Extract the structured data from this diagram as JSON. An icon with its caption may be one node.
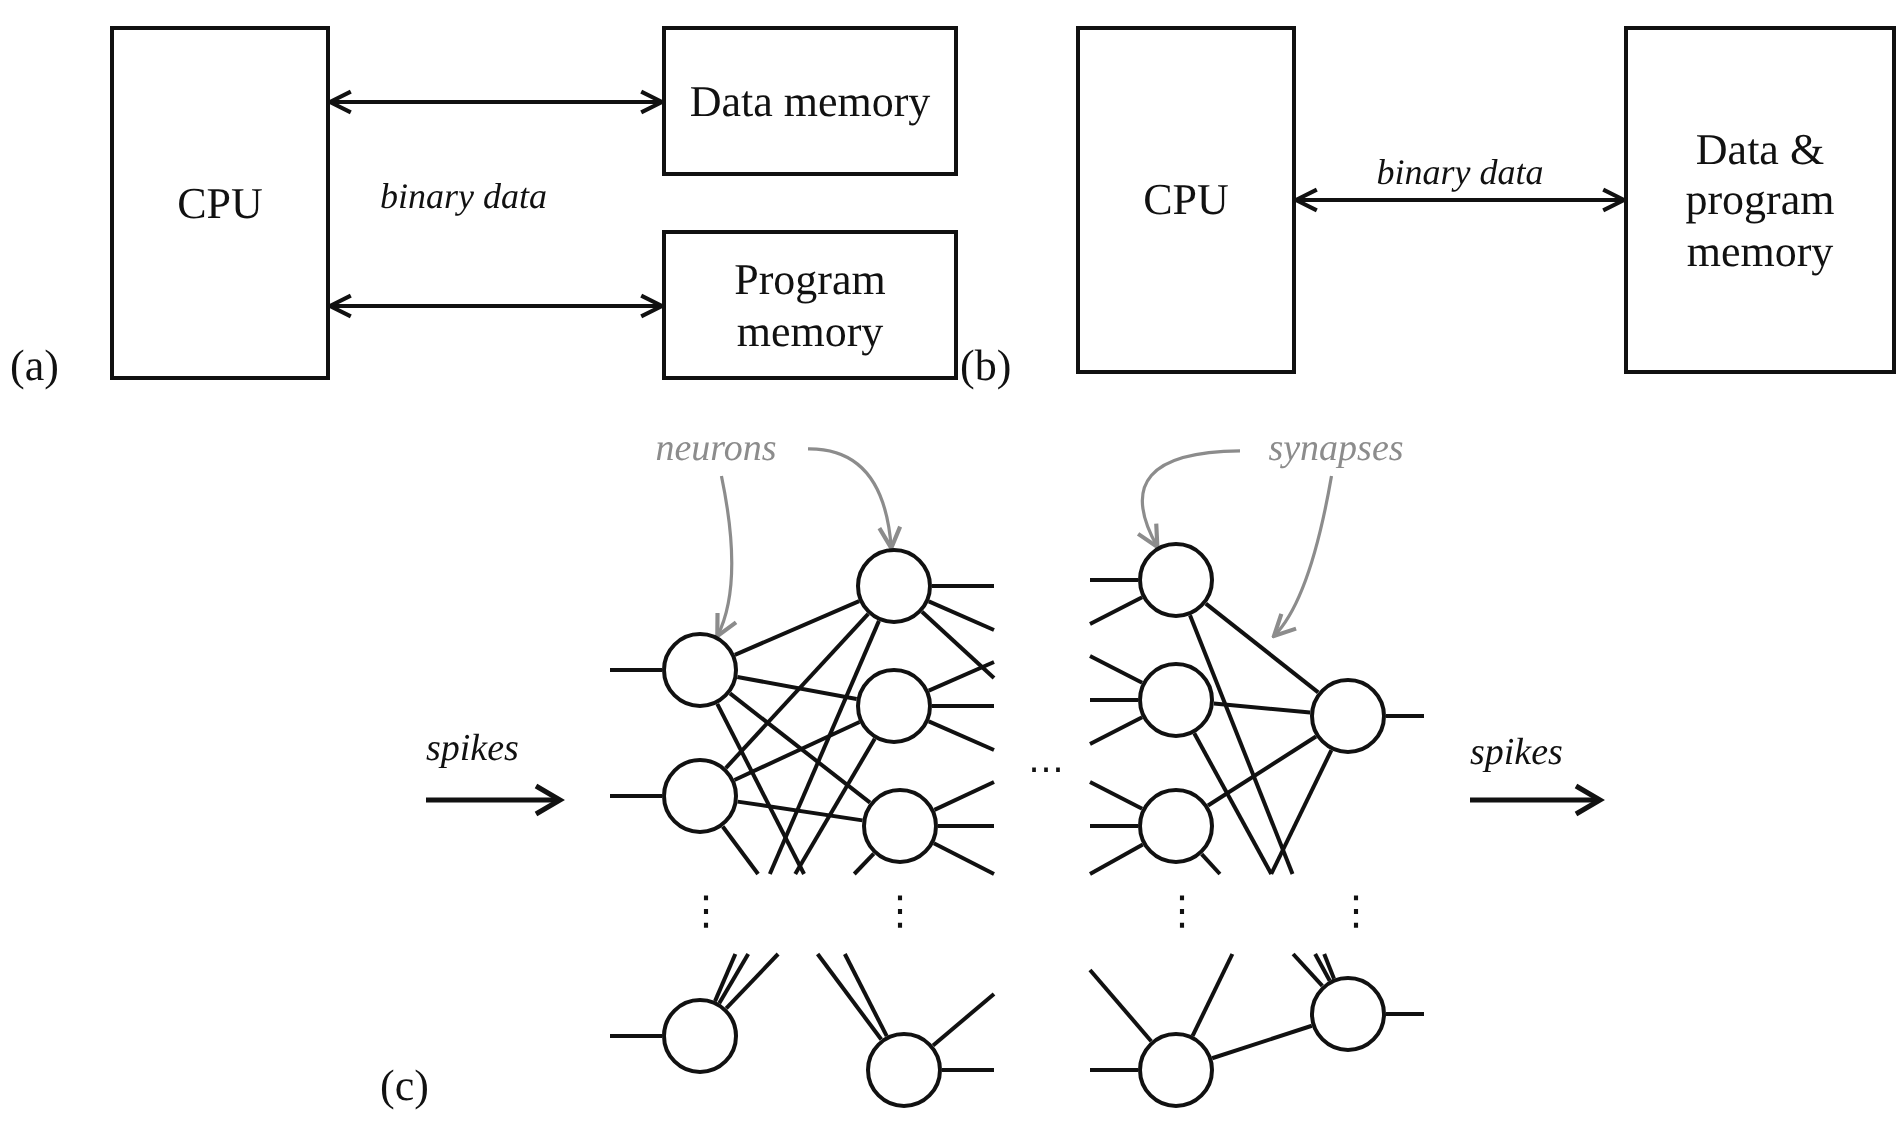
{
  "diagram": {
    "nodes": [
      {
        "text": [
          "CPU"
        ]
      },
      {
        "text": [
          "Data memory"
        ]
      },
      {
        "text": [
          "Program memory"
        ]
      },
      {
        "text": [
          "CPU"
        ]
      },
      {
        "text": [
          "Data & program memory"
        ]
      },
      {
        "text": [
          "neurons"
        ]
      },
      {
        "text": [
          "synapses"
        ]
      },
      {
        "text": [],
        "shape": "circle"
      },
      {
        "text": [],
        "shape": "circle"
      },
      {
        "text": [],
        "shape": "circle"
      },
      {
        "text": [],
        "shape": "circle"
      },
      {
        "text": [],
        "shape": "circle"
      },
      {
        "text": [],
        "shape": "circle"
      },
      {
        "text": [],
        "shape": "circle"
      },
      {
        "text": [],
        "shape": "circle"
      },
      {
        "text": [],
        "shape": "circle"
      },
      {
        "text": [],
        "shape": "circle"
      },
      {
        "text": [],
        "shape": "circle"
      },
      {
        "text": [],
        "shape": "circle"
      },
      {
        "text": [],
        "shape": "circle"
      }
    ],
    "edges": [
      {
        "from": 0,
        "to": 1,
        "arrow": "both"
      },
      {
        "from": 0,
        "to": 2,
        "arrow": "both"
      },
      {
        "from": 3,
        "to": 4,
        "arrow": "both",
        "label": "binary data"
      },
      {
        "from": 5,
        "to": 7,
        "arrow": "to",
        "color": "#8c8c8c"
      },
      {
        "from": 5,
        "to": 10,
        "arrow": "to",
        "color": "#8c8c8c"
      },
      {
        "from": 6,
        "to": 14,
        "arrow": "to",
        "color": "#8c8c8c"
      },
      {
        "from": 6,
        "to": null,
        "arrow": "to",
        "color": "#8c8c8c"
      },
      {
        "from": 7,
        "to": 10,
        "arrow": "none"
      },
      {
        "from": 7,
        "to": 11,
        "arrow": "none"
      },
      {
        "from": 7,
        "to": 12,
        "arrow": "none"
      },
      {
        "from": 8,
        "to": 10,
        "arrow": "none"
      },
      {
        "from": 8,
        "to": 11,
        "arrow": "none"
      },
      {
        "from": 8,
        "to": 12,
        "arrow": "none"
      },
      {
        "from": 14,
        "to": 18,
        "arrow": "none"
      },
      {
        "from": 15,
        "to": 18,
        "arrow": "none"
      },
      {
        "from": 16,
        "to": 18,
        "arrow": "none"
      },
      {
        "from": 17,
        "to": 19,
        "arrow": "none"
      },
      {
        "from": 7,
        "to": null,
        "arrow": "none"
      },
      {
        "from": null,
        "to": 13,
        "arrow": "none"
      },
      {
        "from": 8,
        "to": null,
        "arrow": "none"
      },
      {
        "from": null,
        "to": 13,
        "arrow": "none"
      },
      {
        "from": 9,
        "to": null,
        "arrow": "none"
      },
      {
        "from": null,
        "to": 10,
        "arrow": "none"
      },
      {
        "from": 9,
        "to": null,
        "arrow": "none"
      },
      {
        "from": null,
        "to": 11,
        "arrow": "none"
      },
      {
        "from": 9,
        "to": null,
        "arrow": "none"
      },
      {
        "from": null,
        "to": 12,
        "arrow": "none"
      },
      {
        "from": 14,
        "to": null,
        "arrow": "none"
      },
      {
        "from": null,
        "to": 19,
        "arrow": "none"
      },
      {
        "from": 15,
        "to": null,
        "arrow": "none"
      },
      {
        "from": null,
        "to": 19,
        "arrow": "none"
      },
      {
        "from": 16,
        "to": null,
        "arrow": "none"
      },
      {
        "from": null,
        "to": 19,
        "arrow": "none"
      },
      {
        "from": 17,
        "to": null,
        "arrow": "none"
      },
      {
        "from": null,
        "to": 18,
        "arrow": "none"
      },
      {
        "from": null,
        "to": 7,
        "arrow": "none"
      },
      {
        "from": null,
        "to": 8,
        "arrow": "none"
      },
      {
        "from": null,
        "to": 9,
        "arrow": "none"
      },
      {
        "from": 18,
        "to": null,
        "arrow": "none"
      },
      {
        "from": 19,
        "to": null,
        "arrow": "none"
      },
      {
        "from": 10,
        "to": null,
        "arrow": "none"
      },
      {
        "from": 10,
        "to": null,
        "arrow": "none"
      },
      {
        "from": 10,
        "to": null,
        "arrow": "none"
      },
      {
        "from": 11,
        "to": null,
        "arrow": "none"
      },
      {
        "from": 11,
        "to": null,
        "arrow": "none"
      },
      {
        "from": 11,
        "to": null,
        "arrow": "none"
      },
      {
        "from": 12,
        "to": null,
        "arrow": "none"
      },
      {
        "from": 12,
        "to": null,
        "arrow": "none"
      },
      {
        "from": 12,
        "to": null,
        "arrow": "none"
      },
      {
        "from": 13,
        "to": null,
        "arrow": "none"
      },
      {
        "from": 13,
        "to": null,
        "arrow": "none"
      },
      {
        "from": null,
        "to": 14,
        "arrow": "none"
      },
      {
        "from": null,
        "to": 14,
        "arrow": "none"
      },
      {
        "from": null,
        "to": 15,
        "arrow": "none"
      },
      {
        "from": null,
        "to": 15,
        "arrow": "none"
      },
      {
        "from": null,
        "to": 15,
        "arrow": "none"
      },
      {
        "from": null,
        "to": 16,
        "arrow": "none"
      },
      {
        "from": null,
        "to": 16,
        "arrow": "none"
      },
      {
        "from": null,
        "to": 16,
        "arrow": "none"
      },
      {
        "from": null,
        "to": 17,
        "arrow": "none"
      },
      {
        "from": null,
        "to": 17,
        "arrow": "none"
      }
    ],
    "labels": [
      "(a)",
      "binary data",
      "(b)",
      "spikes",
      "…",
      "spikes",
      "⋮",
      "⋮",
      "⋮",
      "⋮",
      "(c)"
    ]
  }
}
